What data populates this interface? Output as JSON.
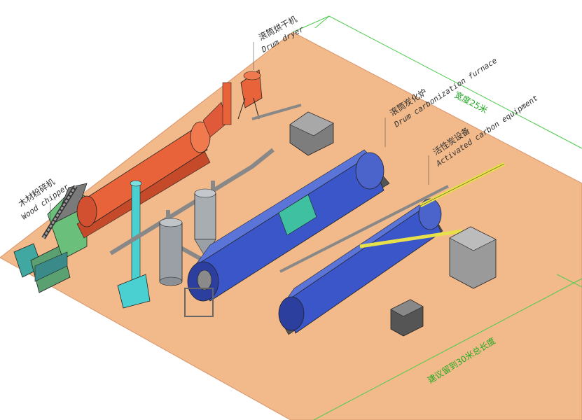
{
  "labels": {
    "drum_dryer_cn": "滚筒烘干机",
    "drum_dryer_en": "Drum dryer",
    "carbonization_cn": "滚筒炭化炉",
    "carbonization_en": "Drum carbonization furnace",
    "activated_cn": "活性炭设备",
    "activated_en": "Activated carbon equipment",
    "chipper_cn": "木材粉碎机",
    "chipper_en": "Wood chipper"
  },
  "dimensions": {
    "width": "宽度25米",
    "length": "建议留到30米总长度"
  },
  "colors": {
    "floor": "#f2b98a",
    "floor_edge": "#d8956b",
    "dim_line": "#4fcc4f",
    "dryer_drum": "#e8633a",
    "furnace_blue": "#3a56c8",
    "furnace_teal": "#3fc0a0",
    "frame_gray": "#8c8c8c",
    "pipe_gray": "#9aa0a6",
    "cyan_tower": "#4ad0d0",
    "yellow_pipe": "#e8e04a"
  }
}
